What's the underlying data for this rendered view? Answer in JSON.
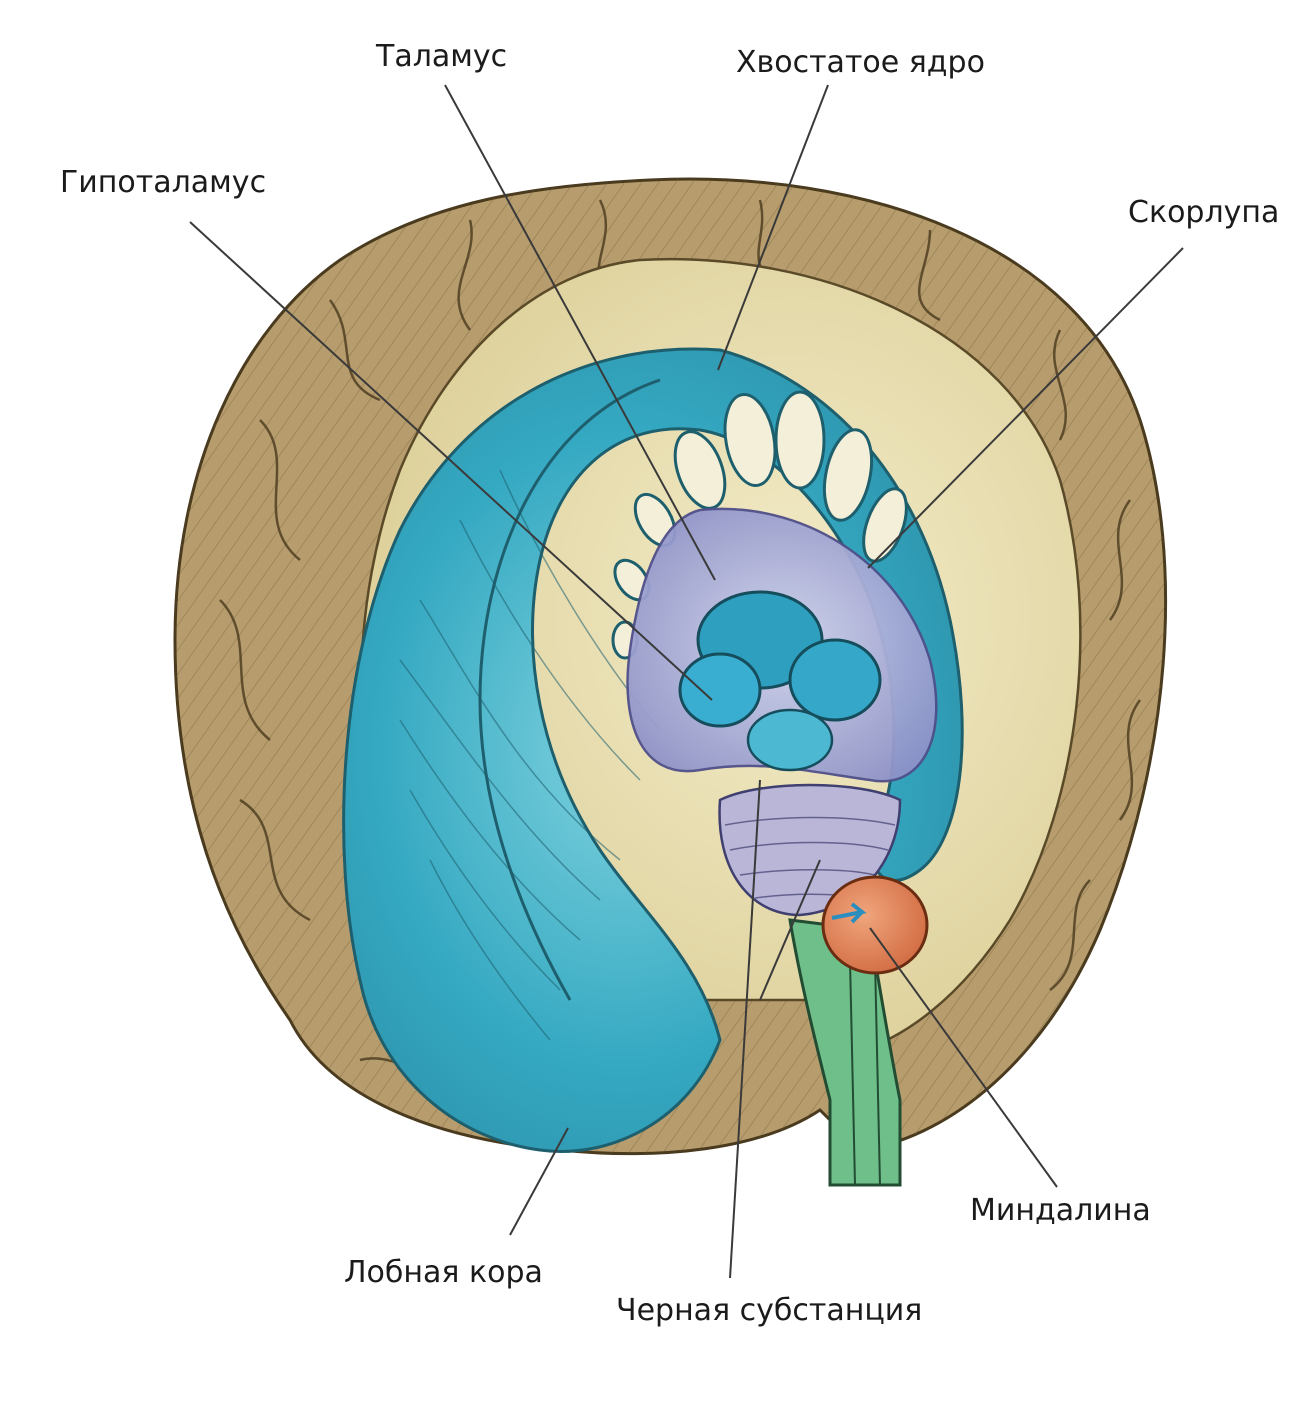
{
  "labels": {
    "thalamus": "Таламус",
    "caudate": "Хвостатое ядро",
    "hypothalamus": "Гипоталамус",
    "putamen": "Скорлупа",
    "amygdala": "Миндалина",
    "frontal_cortex": "Лобная кора",
    "substantia_nigra": "Черная субстанция"
  },
  "colors": {
    "cortex": "#b59a6a",
    "white_matter": "#e9dfb3",
    "striatum": "#3fb1c4",
    "thalamus": "#2f9fc0",
    "putamen_inner": "#a9a9d6",
    "amygdala": "#e0855a",
    "brainstem": "#6fbf8a",
    "leader_line": "#3a3a3a"
  }
}
